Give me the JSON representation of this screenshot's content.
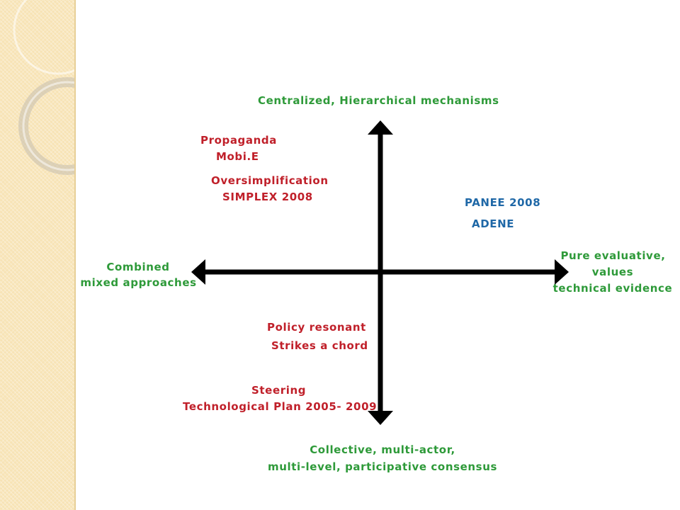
{
  "colors": {
    "axis": "#000000",
    "green_labels": "#2e9a39",
    "red_labels": "#c0202a",
    "blue_labels": "#1f68a7",
    "sidebar": "#f7e3b5"
  },
  "axes": {
    "top": "Centralized, Hierarchical mechanisms",
    "bottom_line1": "Collective, multi-actor,",
    "bottom_line2": "multi-level, participative consensus",
    "left_line1": "Combined",
    "left_line2": "mixed approaches",
    "right_line1": "Pure evaluative,",
    "right_line2": "values",
    "right_line3": "technical evidence"
  },
  "items": {
    "propaganda": "Propaganda",
    "mobie": "Mobi.E",
    "oversimplification": "Oversimplification",
    "simplex": "SIMPLEX 2008",
    "panee": "PANEE 2008",
    "adene": "ADENE",
    "policy_resonant": "Policy resonant",
    "strikes_chord": "Strikes a chord",
    "steering": "Steering",
    "tech_plan": "Technological Plan 2005- 2009"
  }
}
